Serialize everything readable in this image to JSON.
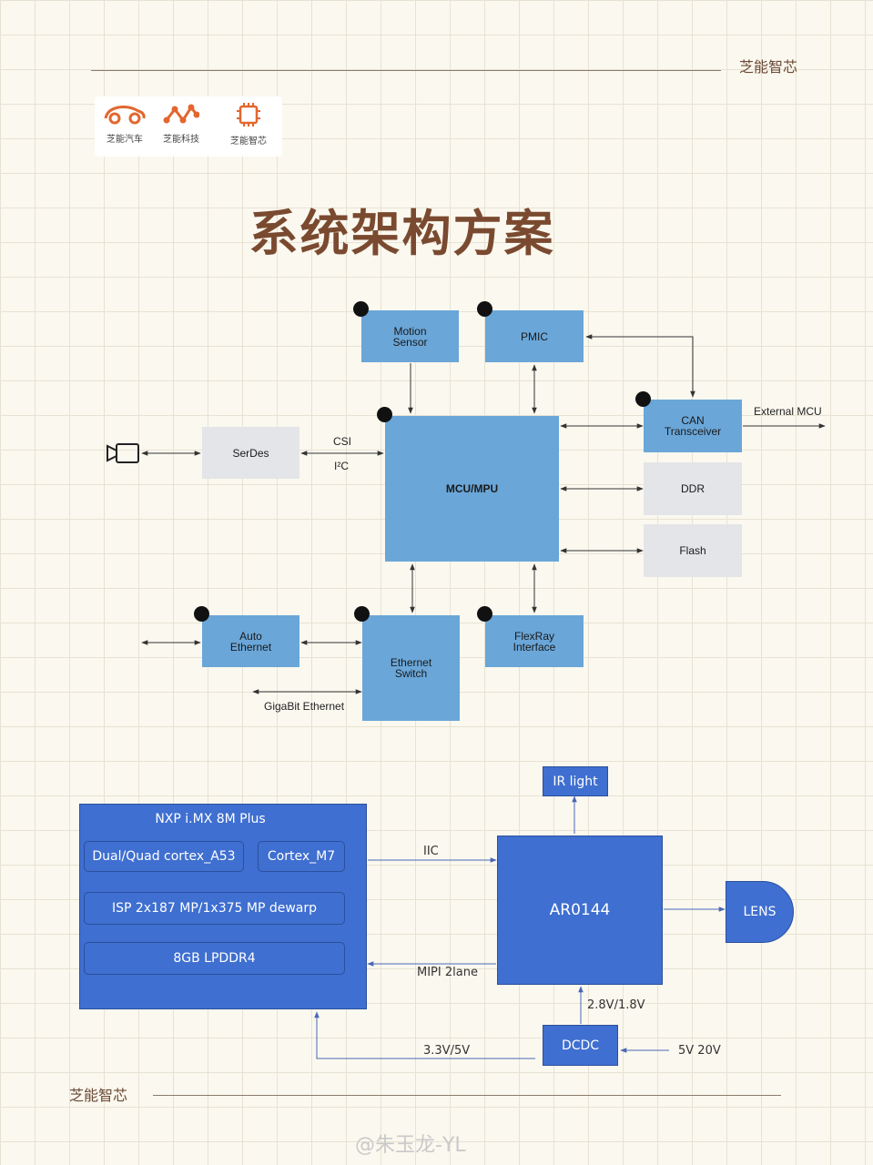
{
  "header": {
    "brand": "芝能智芯"
  },
  "logos": [
    {
      "label": "芝能汽车",
      "icon": "car-logo-icon"
    },
    {
      "label": "芝能科技",
      "icon": "network-logo-icon"
    },
    {
      "label": "芝能智芯",
      "icon": "chip-logo-icon"
    }
  ],
  "title": "系统架构方案",
  "diagram1": {
    "blocks": {
      "motion": "Motion\nSensor",
      "pmic": "PMIC",
      "can": "CAN\nTransceiver",
      "serdes": "SerDes",
      "mcu": "MCU/MPU",
      "ddr": "DDR",
      "flash": "Flash",
      "auto_eth": "Auto\nEthernet",
      "eth_switch": "Ethernet\nSwitch",
      "flexray": "FlexRay\nInterface"
    },
    "labels": {
      "csi": "CSI",
      "i2c": "I²C",
      "external_mcu": "External MCU",
      "gigabit": "GigaBit Ethernet"
    },
    "icons": {
      "camera": "camera-icon"
    },
    "colors": {
      "mcu_block": "#6aa6d8",
      "peripheral_block": "#e3e5e8",
      "marker": "#111111"
    }
  },
  "diagram2": {
    "soc_title": "NXP  i.MX 8M Plus",
    "cores_a": "Dual/Quad cortex_A53",
    "cores_m": "Cortex_M7",
    "isp": "ISP 2x187 MP/1x375 MP dewarp",
    "memory": "8GB LPDDR4",
    "sensor": "AR0144",
    "ir": "IR light",
    "lens": "LENS",
    "dcdc": "DCDC",
    "iic": "IIC",
    "mipi": "MIPI 2lane",
    "v_sensor": "2.8V/1.8V",
    "v_soc": "3.3V/5V",
    "v_in": "5V 20V",
    "colors": {
      "block": "#3f6fd0",
      "border": "#2b4f9e"
    }
  },
  "footer": {
    "brand": "芝能智芯",
    "watermark": "@朱玉龙-YL"
  }
}
